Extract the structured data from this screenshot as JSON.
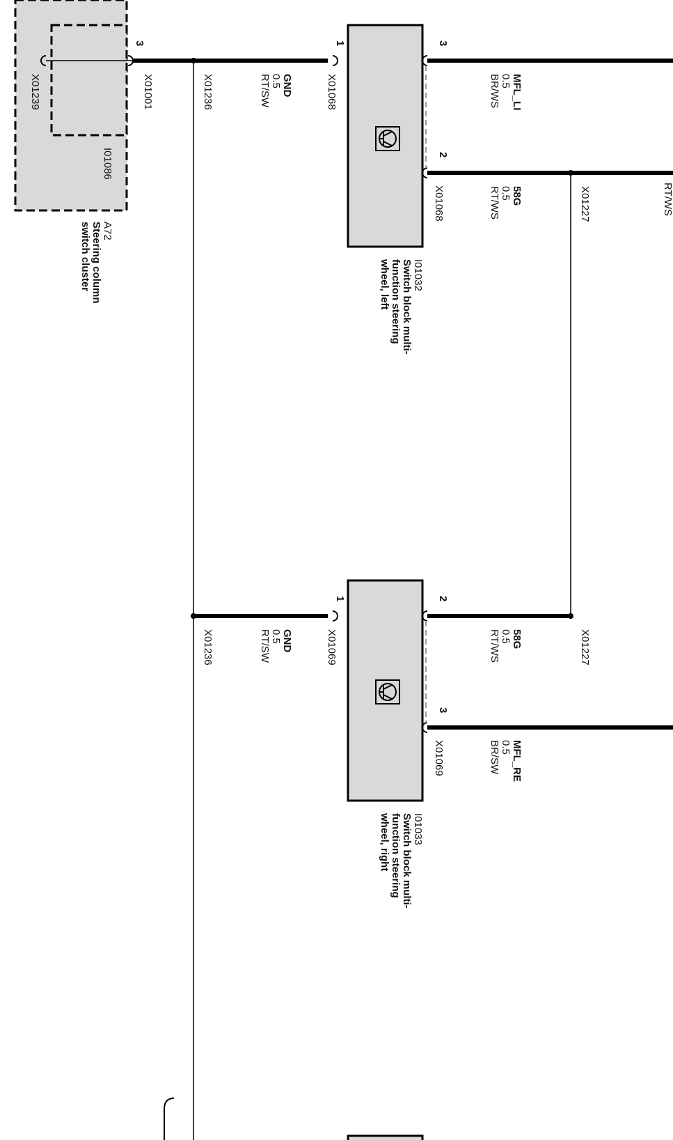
{
  "colors": {
    "component_fill": "#d9d9d9",
    "wire": "#000000",
    "ground_wire": "#000000",
    "dashed_link": "#9a9a9a"
  },
  "components": {
    "steering_cluster": {
      "id": "A72",
      "name_line1": "Steering column",
      "name_line2": "switch cluster",
      "inner_id": "I01086",
      "connector_inner": "X01239",
      "connector_out": "X01001",
      "pin_out": "3"
    },
    "switch_left": {
      "id": "I01032",
      "name_line1": "Switch block multi-",
      "name_line2": "function steering",
      "name_line3": "wheel, left",
      "connector": "X01068",
      "pin_gnd": "1",
      "pin_top": "3",
      "pin_bottom": "2",
      "icon": "transistor-symbol-icon"
    },
    "switch_right": {
      "id": "I01033",
      "name_line1": "Switch block multi-",
      "name_line2": "function steering",
      "name_line3": "wheel, right",
      "connector": "X01069",
      "pin_gnd": "1",
      "pin_top": "2",
      "pin_bottom": "3",
      "icon": "transistor-symbol-icon"
    }
  },
  "wires": {
    "gnd_top": {
      "signal": "GND",
      "size": "0.5",
      "color": "RT/SW",
      "splice": "X01236"
    },
    "gnd_bottom": {
      "signal": "GND",
      "size": "0.5",
      "color": "RT/SW",
      "splice": "X01236"
    },
    "mfl_li": {
      "signal": "MFL_LI",
      "size": "0.5",
      "color": "BR/WS"
    },
    "g58_left": {
      "signal": "58G",
      "size": "0.5",
      "color": "RT/WS",
      "splice": "X01227"
    },
    "g58_right": {
      "signal": "58G",
      "size": "0.5",
      "color": "RT/WS",
      "splice": "X01227"
    },
    "mfl_re": {
      "signal": "MFL_RE",
      "size": "0.5",
      "color": "BR/SW"
    },
    "cut_label": "RT/WS"
  }
}
